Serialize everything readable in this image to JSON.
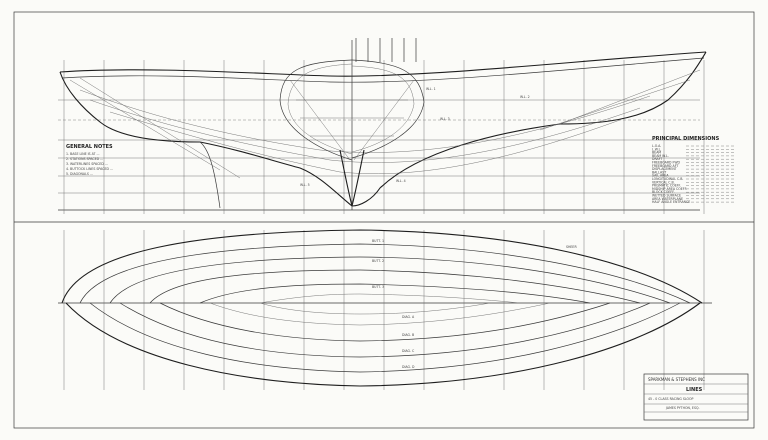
{
  "drawing": {
    "general_notes": {
      "heading": "GENERAL NOTES",
      "lines": [
        "1. BASE LINE IS AT ...",
        "2. STATIONS SPACED ...",
        "3. WATERLINES SPACED ...",
        "4. BUTTOCK LINES SPACED ...",
        "5. DIAGONALS ..."
      ]
    },
    "principal_dimensions": {
      "heading": "PRINCIPAL DIMENSIONS",
      "rows": [
        "L.O.A.",
        "L.W.L.",
        "BEAM",
        "BEAM W.L.",
        "DRAFT",
        "FREEBOARD FWD",
        "FREEBOARD AFT",
        "DISPLACEMENT",
        "BALLAST",
        "SAIL AREA",
        "LONGITUDINAL C.B.",
        "VERTICAL C.B.",
        "PRISMATIC COEFF.",
        "MIDSHIP AREA COEFF.",
        "BLOCK COEFF.",
        "WETTED SURFACE",
        "AREA WATERPLANE",
        "HALF ANGLE ENTRANCE"
      ]
    },
    "title_block": {
      "firm": "SPARKMAN & STEPHENS INC",
      "title": "LINES",
      "subtitle": "45 - 0 CLASS RACING SLOOP",
      "designer": "JAMES PYTHON, ESQ."
    },
    "line_labels": {
      "profile": [
        "W.L. 1",
        "W.L. 2",
        "W.L. 3",
        "W.L. 4",
        "W.L. 5"
      ],
      "plan": [
        "BUTT. 1",
        "BUTT. 2",
        "BUTT. 3",
        "DIAG. A",
        "DIAG. B",
        "DIAG. C",
        "DIAG. D",
        "SHEER"
      ]
    }
  }
}
